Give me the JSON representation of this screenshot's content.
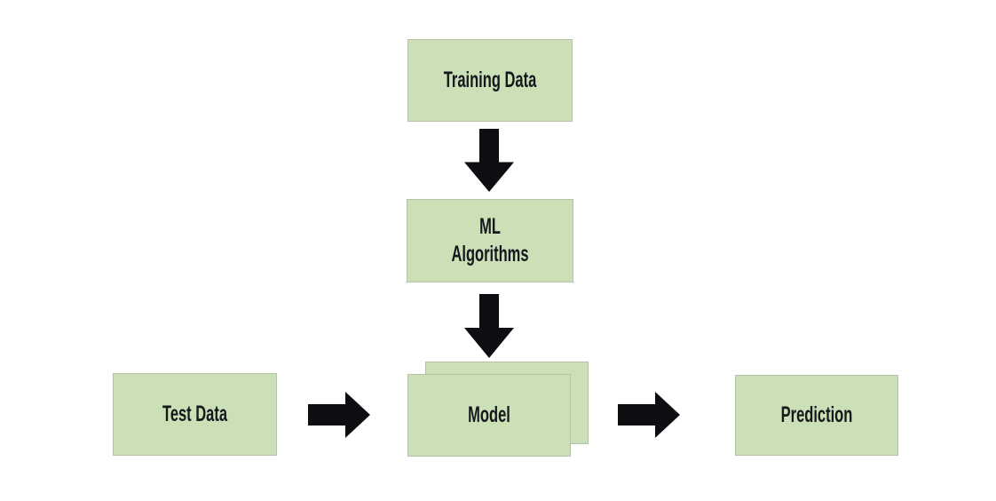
{
  "diagram": {
    "type": "flowchart",
    "description": "Machine learning workflow diagram on white background",
    "colors": {
      "background": "#ffffff",
      "box_fill": "#cce0b8",
      "box_border": "#b6c1aa",
      "arrow": "#0c0e11",
      "text": "#15181c"
    },
    "nodes": {
      "training_data": {
        "label": "Training Data"
      },
      "ml_algorithms": {
        "label": "ML\nAlgorithms"
      },
      "model": {
        "label": "Model",
        "style": "stacked-double-box"
      },
      "test_data": {
        "label": "Test Data"
      },
      "prediction": {
        "label": "Prediction"
      }
    },
    "edges": [
      {
        "from": "Training Data",
        "to": "ML Algorithms",
        "direction": "down"
      },
      {
        "from": "ML Algorithms",
        "to": "Model",
        "direction": "down"
      },
      {
        "from": "Test Data",
        "to": "Model",
        "direction": "right"
      },
      {
        "from": "Model",
        "to": "Prediction",
        "direction": "right"
      }
    ]
  }
}
